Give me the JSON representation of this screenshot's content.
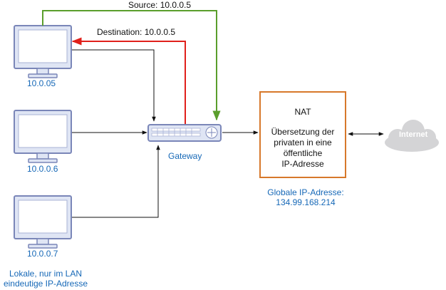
{
  "computers": [
    {
      "ip": "10.0.05"
    },
    {
      "ip": "10.0.0.6"
    },
    {
      "ip": "10.0.0.7"
    }
  ],
  "arrows": {
    "source_label": "Source: 10.0.0.5",
    "destination_label": "Destination: 10.0.0.5"
  },
  "gateway": {
    "label": "Gateway"
  },
  "nat": {
    "title": "NAT",
    "text": "Übersetzung der\nprivaten in eine\nöffentliche\nIP-Adresse"
  },
  "public_ip": {
    "line1": "Globale IP-Adresse:",
    "line2": "134.99.168.214"
  },
  "internet": {
    "label": "Internet"
  },
  "local_note": {
    "line1": "Lokale, nur im LAN",
    "line2": "eindeutige IP-Adresse"
  },
  "colors": {
    "source_arrow": "#5a9e2c",
    "destination_arrow": "#e0201b",
    "label_blue": "#1668b7",
    "nat_border": "#d7782a",
    "monitor_fill": "#dfe5f4",
    "monitor_stroke": "#7a86b8",
    "cloud_fill": "#d4d4d6"
  }
}
